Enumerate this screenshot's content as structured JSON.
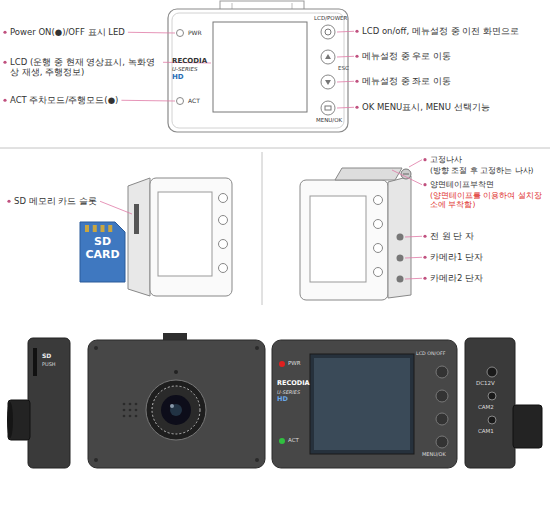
{
  "diagram": {
    "nodes": [
      {
        "text": [
          "SD CARD"
        ]
      }
    ],
    "labels": [
      "Power ON(●)/OFF 표시 LED",
      "LCD (운행 중 현재 영상표시, 녹화영상 재생, 주행정보)",
      "ACT 주차모드/주행모드(●)",
      "PWR",
      "ACT",
      "RECODIA",
      "U-SERIES",
      "HD",
      "LCD/POWER",
      "ESC",
      "MENU/OK",
      "LCD on/off, 메뉴설정 중 이전 화면으로",
      "메뉴설정 중 우로 이동",
      "메뉴설정 중 좌로 이동",
      "OK MENU표시, MENU 선택기능",
      "SD 메모리 카드 슬롯",
      "고정나사",
      "(방향 조절 후 고정하는 나사)",
      "양면테이프부착면",
      "(양면테이프를 이용하여 설치장소에 부착함)",
      "전 원 단 자",
      "카메라1 단자",
      "카메라2 단자",
      "SD",
      "PUSH",
      "PWR",
      "ACT",
      "RECODIA",
      "U-SERIES",
      "HD",
      "LCD ON/OFF",
      "MENU/OK",
      "DC12V",
      "CAM2",
      "CAM1"
    ]
  }
}
